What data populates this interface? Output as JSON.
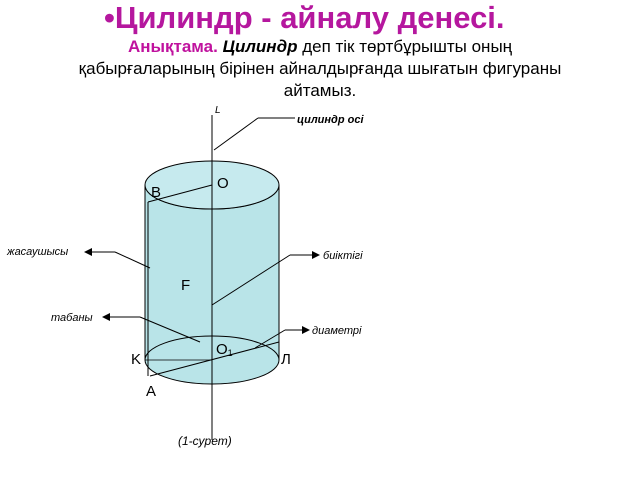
{
  "header": {
    "title": "•Цилиндр - айналу денесі.",
    "definition_label": "Анықтама.",
    "definition_term": "Цилиндр",
    "definition_text": " деп тік төртбұрышты оның қабырғаларының бірінен айналдырғанда шығатын фигураны айтамыз."
  },
  "diagram": {
    "axis_label": "L",
    "points": {
      "O": "O",
      "B": "B",
      "F": "F",
      "O1": "O",
      "O1_sub": "1",
      "K": "K",
      "L": "Л",
      "A": "A"
    },
    "callouts": {
      "axis": "цилиндр осі",
      "generator": "жасаушысы",
      "height": "биіктігі",
      "base": "табаны",
      "diameter": "диаметрі"
    },
    "caption": "(1-сурет)",
    "colors": {
      "body_fill": "#b9e4e8",
      "title": "#b5179e"
    }
  }
}
